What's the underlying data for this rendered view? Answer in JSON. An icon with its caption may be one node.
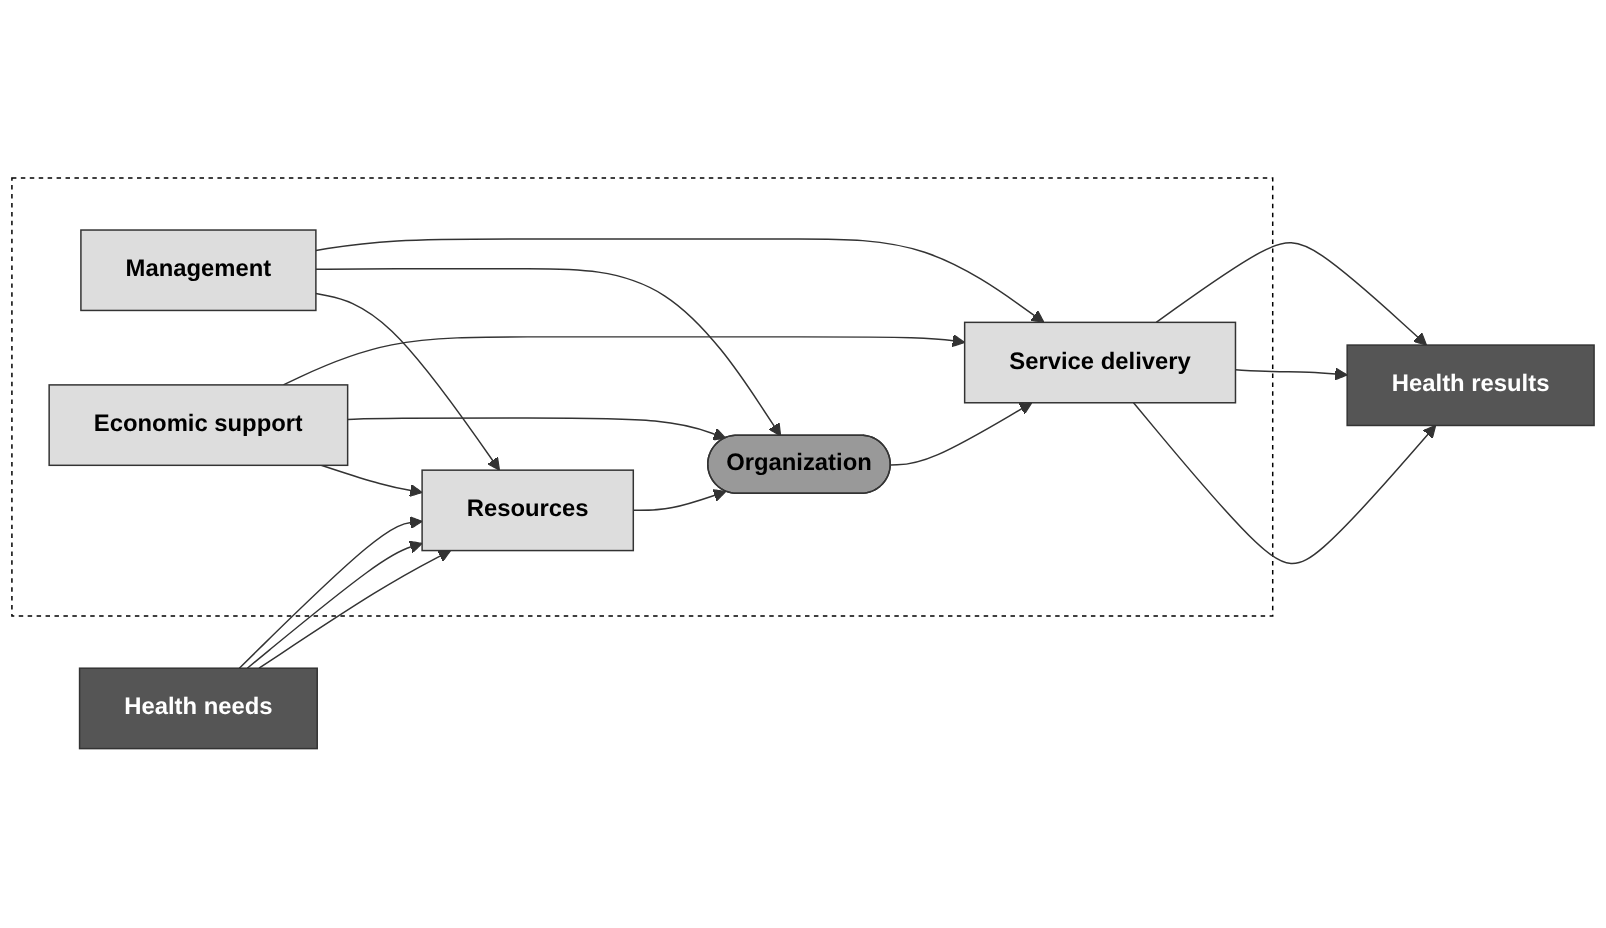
{
  "diagram": {
    "nodes": [
      {
        "text": [
          "Health needs"
        ]
      },
      {
        "text": [],
        "shape": "box"
      },
      {
        "text": [
          "Management"
        ],
        "in": 1
      },
      {
        "text": [
          "Resources"
        ],
        "in": 1
      },
      {
        "text": [
          "Organization"
        ],
        "in": 1
      },
      {
        "text": [
          "Service delivery"
        ],
        "in": 1
      },
      {
        "text": [
          "Economic support"
        ],
        "in": 1
      },
      {
        "text": [
          "Health results"
        ]
      }
    ],
    "edges": [
      {
        "from": 0,
        "to": 3,
        "arrow": "to"
      },
      {
        "from": 0,
        "to": 3,
        "arrow": "to"
      },
      {
        "from": 0,
        "to": 3,
        "arrow": "to"
      },
      {
        "from": 2,
        "to": 3,
        "arrow": "to"
      },
      {
        "from": 2,
        "to": 4,
        "arrow": "to"
      },
      {
        "from": 2,
        "to": 5,
        "arrow": "to"
      },
      {
        "from": 3,
        "to": 4,
        "arrow": "to"
      },
      {
        "from": 4,
        "to": 5,
        "arrow": "to"
      },
      {
        "from": 6,
        "to": 3,
        "arrow": "to"
      },
      {
        "from": 6,
        "to": 4,
        "arrow": "to"
      },
      {
        "from": 6,
        "to": 5,
        "arrow": "to"
      },
      {
        "from": 5,
        "to": 7,
        "arrow": "to"
      },
      {
        "from": 5,
        "to": 7,
        "arrow": "to"
      },
      {
        "from": 5,
        "to": 7,
        "arrow": "to"
      }
    ]
  }
}
